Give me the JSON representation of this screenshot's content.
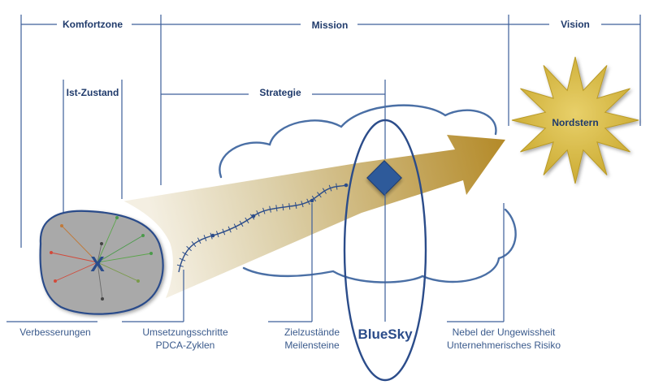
{
  "headers": {
    "komfortzone": "Komfortzone",
    "mission": "Mission",
    "vision": "Vision",
    "ist_zustand": "Ist-Zustand",
    "strategie": "Strategie"
  },
  "star_label": "Nordstern",
  "center_mark": "X",
  "bluesky_label": "BlueSky",
  "bottom_labels": {
    "verbesserungen": "Verbesserungen",
    "umsetzung_line1": "Umsetzungsschritte",
    "umsetzung_line2": "PDCA-Zyklen",
    "ziel_line1": "Zielzustände",
    "ziel_line2": "Meilensteine",
    "nebel_line1": "Nebel der Ungewissheit",
    "nebel_line2": "Unternehmerisches Risiko"
  },
  "colors": {
    "line_blue": "#3d5f9a",
    "header_text": "#1f3a6b",
    "star_fill": "#d4b73a",
    "arrow_gold": "#b8922e",
    "diamond_blue": "#2d5a9a",
    "disc_gray": "#a8a8a8"
  }
}
